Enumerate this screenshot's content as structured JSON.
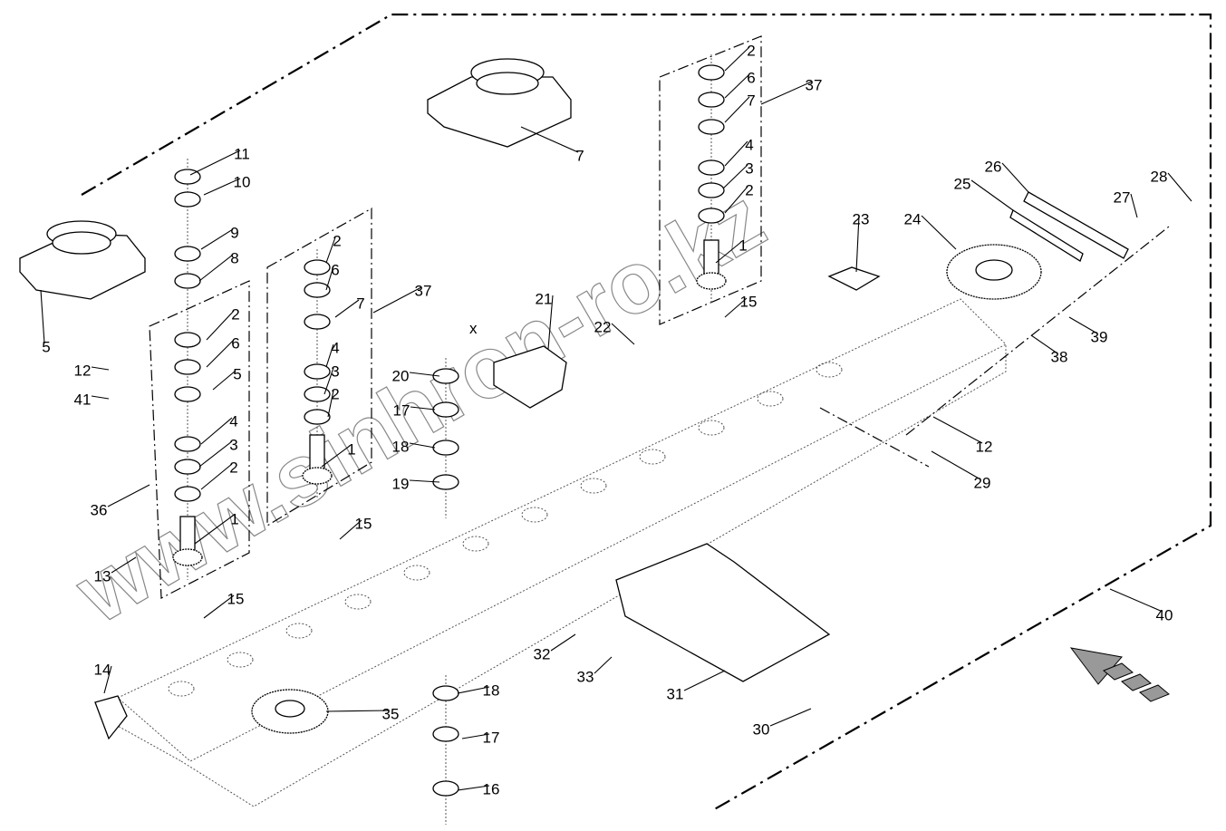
{
  "diagram": {
    "type": "exploded-parts-diagram",
    "watermark": "www.sinhron-ro.kz",
    "callouts": [
      "11",
      "10",
      "9",
      "8",
      "2",
      "6",
      "5",
      "4",
      "3",
      "2",
      "36",
      "1",
      "13",
      "15",
      "12",
      "41",
      "5",
      "7",
      "2",
      "6",
      "7",
      "37",
      "4",
      "3",
      "2",
      "1",
      "15",
      "20",
      "17",
      "18",
      "19",
      "21",
      "22",
      "2",
      "6",
      "7",
      "37",
      "4",
      "3",
      "2",
      "1",
      "15",
      "23",
      "24",
      "25",
      "26",
      "27",
      "28",
      "39",
      "38",
      "12",
      "29",
      "40",
      "31",
      "30",
      "32",
      "33",
      "14",
      "35",
      "18",
      "17",
      "16"
    ],
    "dimension_mark": "x"
  }
}
